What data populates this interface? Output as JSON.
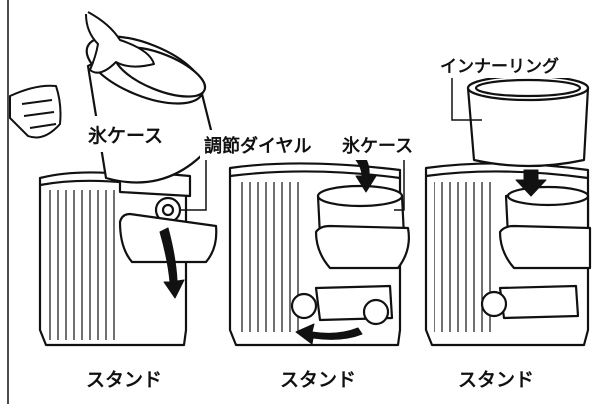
{
  "labels": {
    "ice_case_left": "氷ケース",
    "dial": "調節ダイヤル",
    "ice_case_mid": "氷ケース",
    "inner_ring": "インナーリング",
    "stand_1": "スタンド",
    "stand_2": "スタンド",
    "stand_3": "スタンド"
  },
  "colors": {
    "ink": "#111111",
    "paper": "#ffffff"
  }
}
